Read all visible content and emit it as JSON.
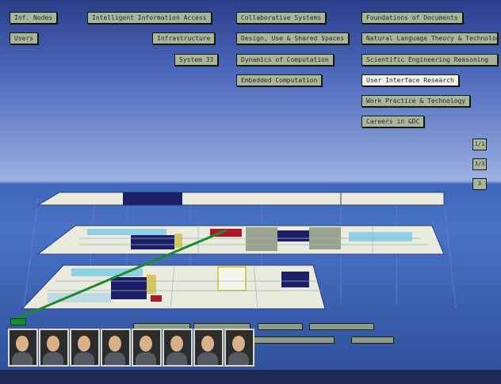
{
  "menu": {
    "col1": [
      "Inf. Nodes",
      "Users"
    ],
    "col2": [
      "Intelligent Information Access",
      "Infrastructure",
      "System 33"
    ],
    "col3": [
      "Collaborative Systems",
      "Design, Use & Shared Spaces",
      "Dynamics of Computation",
      "Embedded Computation"
    ],
    "col4": [
      "Foundations of Documents",
      "Natural Language Theory & Technology",
      "Scientific Engineering Reasoning",
      "User Interface Research",
      "Work Practice & Technology",
      "Careers in GDC"
    ],
    "selected": "User Interface Research"
  },
  "side_buttons": [
    "1/1",
    "3/3",
    "3"
  ],
  "colors": {
    "button_bg": "#a9b59b",
    "selected_bg": "#f1f3ea",
    "floor": "#e9ecdd",
    "room_dark": "#1c1f66",
    "room_red": "#b0182a",
    "room_yellow": "#d7c85a",
    "room_cyan": "#8fd0e6",
    "link_line": "#1c8a2e"
  },
  "people": {
    "count": 8
  }
}
